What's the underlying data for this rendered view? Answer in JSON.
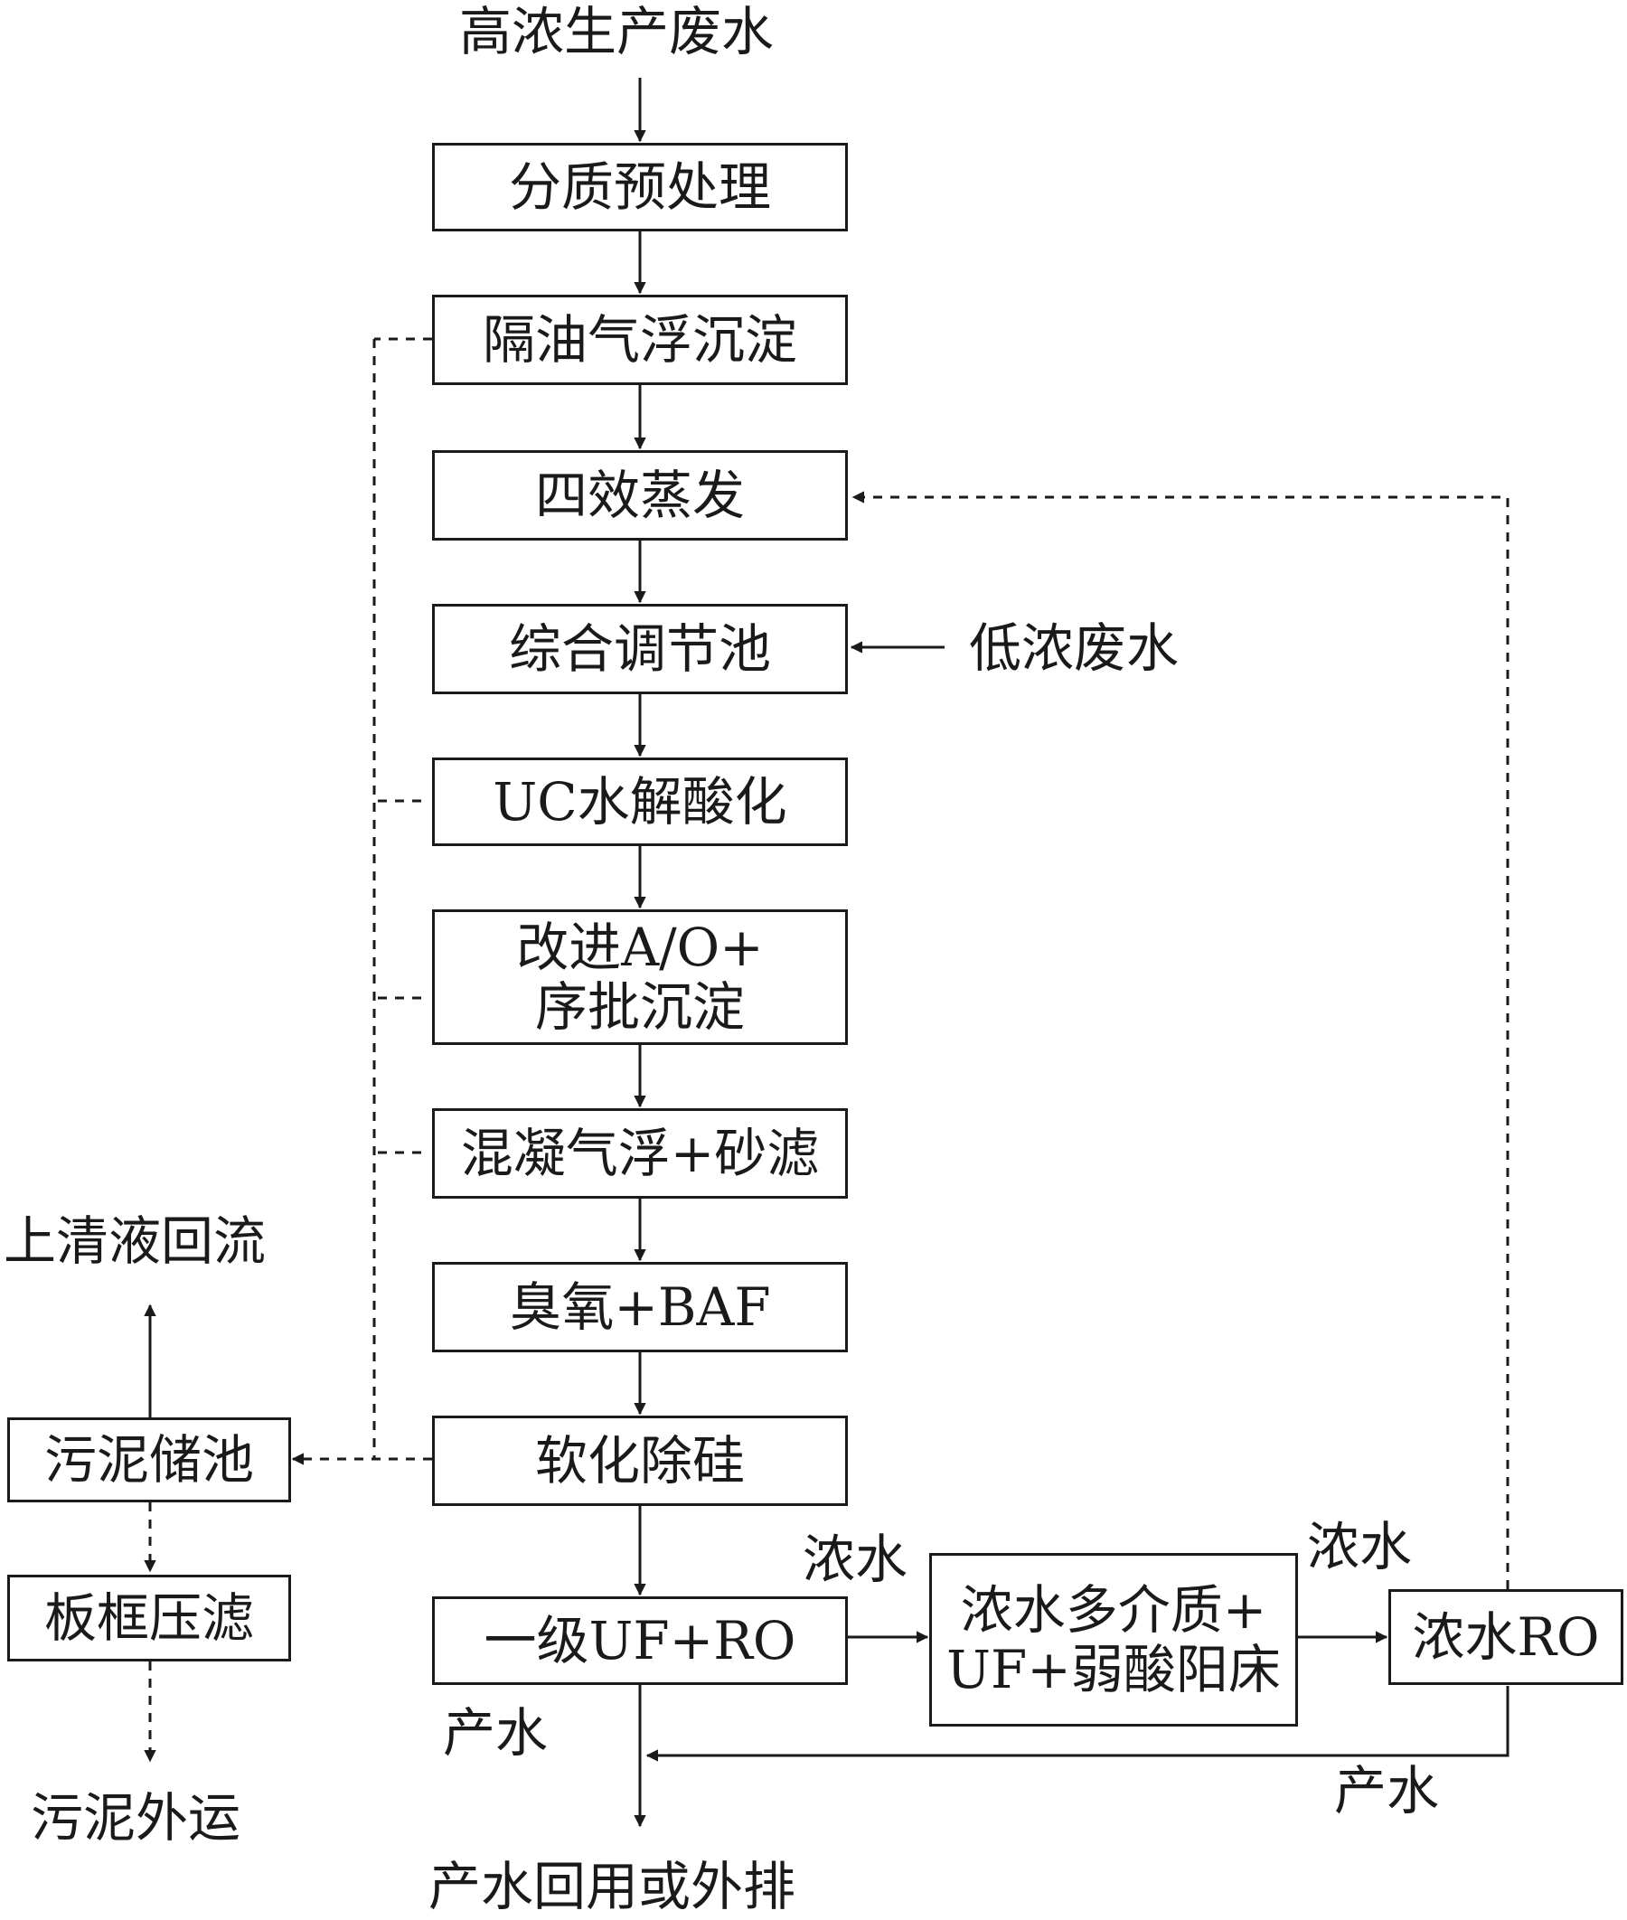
{
  "inputs": {
    "high_conc": "高浓生产废水",
    "low_conc": "低浓废水"
  },
  "main_steps": [
    {
      "lines": [
        "分质预处理"
      ]
    },
    {
      "lines": [
        "隔油气浮沉淀"
      ]
    },
    {
      "lines": [
        "四效蒸发"
      ]
    },
    {
      "lines": [
        "综合调节池"
      ]
    },
    {
      "lines": [
        "UC水解酸化"
      ]
    },
    {
      "lines": [
        "改进A/O+",
        "序批沉淀"
      ]
    },
    {
      "lines": [
        "混凝气浮+砂滤"
      ]
    },
    {
      "lines": [
        "臭氧+BAF"
      ]
    },
    {
      "lines": [
        "软化除硅"
      ]
    },
    {
      "lines": [
        "一级UF+RO"
      ]
    }
  ],
  "concentrate_steps": [
    {
      "lines": [
        "浓水多介质+",
        "UF+弱酸阳床"
      ]
    },
    {
      "lines": [
        "浓水RO"
      ]
    }
  ],
  "sludge_steps": [
    {
      "lines": [
        "污泥储池"
      ]
    },
    {
      "lines": [
        "板框压滤"
      ]
    }
  ],
  "labels": {
    "supernatant_return": "上清液回流",
    "sludge_out": "污泥外运",
    "conc_water_1": "浓水",
    "conc_water_2": "浓水",
    "product_water_1": "产水",
    "product_water_2": "产水",
    "final_output": "产水回用或外排"
  }
}
